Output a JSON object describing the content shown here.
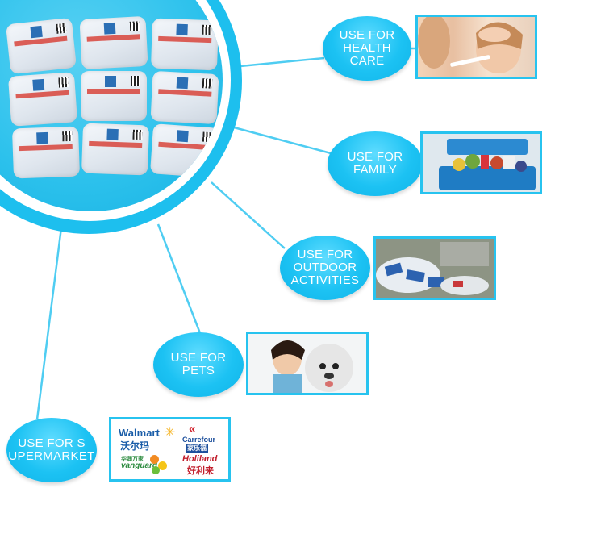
{
  "bubbles": {
    "health": [
      "USE FOR",
      "HEALTH",
      "CARE"
    ],
    "family": [
      "USE FOR",
      "FAMILY"
    ],
    "outdoor": [
      "USE FOR",
      "OUTDOOR",
      "ACTIVITIES"
    ],
    "pets": [
      "USE FOR",
      "PETS"
    ],
    "supermarket": [
      "USE FOR S",
      "UPERMARKET"
    ]
  },
  "logos": {
    "walmart": "Walmart",
    "walmart_cn": "沃尔玛",
    "carrefour": "Carrefour",
    "carrefour_cn": "家乐福",
    "vanguard": "vanguard",
    "vanguard_cn": "华润万家",
    "holiland": "Holiland",
    "holiland_cn": "好利来"
  },
  "colors": {
    "accent": "#1dbfee",
    "bubble": "#1cc2f3",
    "frame": "#27c3ef",
    "line": "#4fcdf2"
  }
}
